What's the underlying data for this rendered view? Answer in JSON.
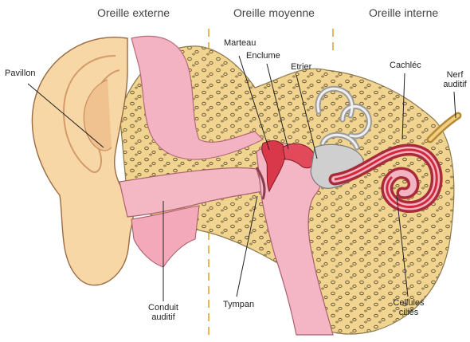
{
  "sections": {
    "external": "Oreille externe",
    "middle": "Oreille moyenne",
    "inner": "Oreille interne"
  },
  "labels": {
    "pavillon": "Pavillon",
    "conduit_line1": "Conduit",
    "conduit_line2": "auditif",
    "marteau": "Marteau",
    "enclume": "Enclume",
    "etrier": "Etrier",
    "tympan": "Tympan",
    "cochlee": "Cachléc",
    "nerf_line1": "Nerf",
    "nerf_line2": "auditif",
    "cellules_line1": "Cellules",
    "cellules_line2": "ciliés"
  },
  "colors": {
    "skin": "#f7d7a6",
    "skin_shadow": "#eeb989",
    "pink": "#f3b3c2",
    "pink_dark": "#e38ba2",
    "bone": "#f0d9a0",
    "bone_dots": "#7a6a45",
    "red": "#cc2f3f",
    "divider": "#e7b55a",
    "gray": "#c9c9c9"
  }
}
